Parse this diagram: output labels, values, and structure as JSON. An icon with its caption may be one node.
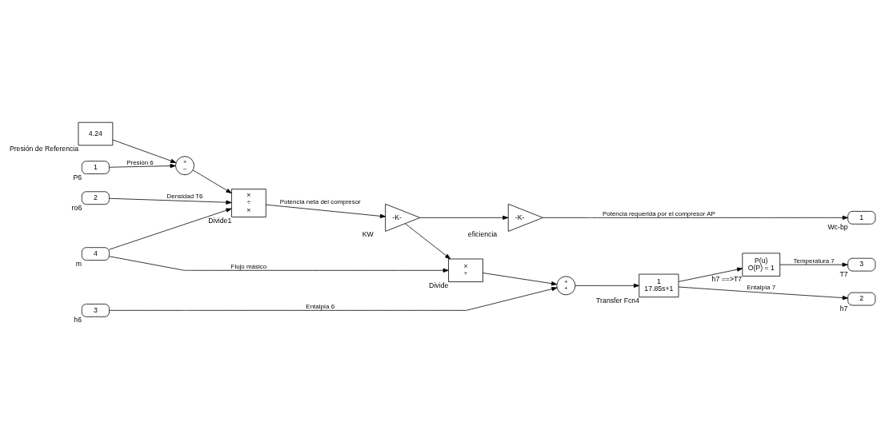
{
  "diagram": {
    "nodes": [
      {
        "text": [
          "4.24"
        ],
        "beside": [
          "Presión de Referencia"
        ]
      },
      {
        "text": [
          "+",
          "–"
        ]
      },
      {
        "text": [
          "1"
        ],
        "beside": [
          "P6"
        ]
      },
      {
        "text": [
          "2"
        ],
        "beside": [
          "ro6"
        ]
      },
      {
        "text": [
          "×",
          "÷",
          "×"
        ],
        "beside": [
          "Divide1"
        ]
      },
      {
        "text": [
          "-K-"
        ],
        "beside": [
          "KW"
        ]
      },
      {
        "text": [
          "-K-"
        ],
        "beside": [
          "eficiencia"
        ]
      },
      {
        "text": [
          "1"
        ],
        "beside": [
          "Wc-bp"
        ]
      },
      {
        "text": [
          "4"
        ],
        "beside": [
          "m"
        ]
      },
      {
        "text": [
          "×",
          "÷"
        ],
        "beside": [
          "Divide"
        ]
      },
      {
        "text": [
          "+",
          "+"
        ]
      },
      {
        "text": [
          "1",
          "17.85s+1"
        ],
        "beside": [
          "Transfer Fcn4"
        ]
      },
      {
        "text": [
          "2"
        ],
        "beside": [
          "h7"
        ]
      },
      {
        "text": [
          "P(u)",
          "O(P) = 1"
        ],
        "beside": [
          "h7 ==>T7"
        ]
      },
      {
        "text": [
          "3"
        ],
        "beside": [
          "T7"
        ]
      },
      {
        "text": [
          "3"
        ],
        "beside": [
          "h6"
        ]
      }
    ],
    "edges": [
      {
        "from": 0,
        "to": 1,
        "arrow": "to"
      },
      {
        "from": 2,
        "to": 1,
        "arrow": "to",
        "label": "Presión 6"
      },
      {
        "from": 1,
        "to": 4,
        "arrow": "to"
      },
      {
        "from": 3,
        "to": 4,
        "arrow": "to",
        "label": "Densidad T6"
      },
      {
        "from": 8,
        "to": 4,
        "arrow": "to"
      },
      {
        "from": 8,
        "to": 9,
        "arrow": "to",
        "label": "Flujo másico"
      },
      {
        "from": 4,
        "to": 5,
        "arrow": "to",
        "label": "Potencia neta del compresor"
      },
      {
        "from": 5,
        "to": 6,
        "arrow": "to"
      },
      {
        "from": 5,
        "to": 9,
        "arrow": "to"
      },
      {
        "from": 6,
        "to": 7,
        "arrow": "to",
        "label": "Potencia requerida por el compresor AP"
      },
      {
        "from": 9,
        "to": 10,
        "arrow": "to"
      },
      {
        "from": 15,
        "to": 10,
        "arrow": "to",
        "label": "Entalpía 6"
      },
      {
        "from": 10,
        "to": 11,
        "arrow": "to"
      },
      {
        "from": 11,
        "to": 12,
        "arrow": "to",
        "label": "Entalpía 7"
      },
      {
        "from": 11,
        "to": 13,
        "arrow": "to"
      },
      {
        "from": 13,
        "to": 14,
        "arrow": "to",
        "label": "Temperatura 7"
      }
    ]
  }
}
